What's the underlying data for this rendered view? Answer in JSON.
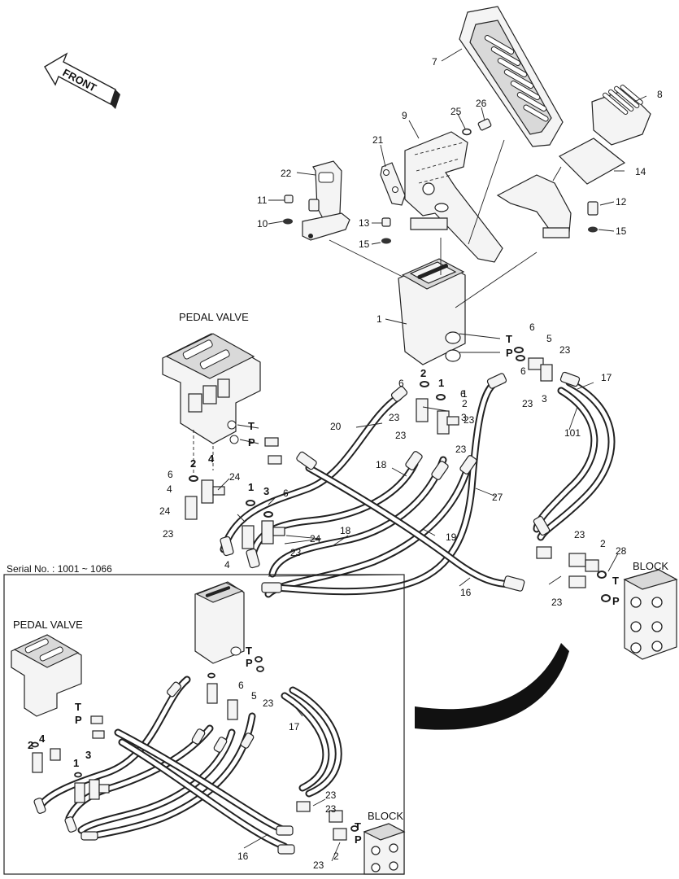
{
  "front_arrow": {
    "text": "FRONT"
  },
  "serial": {
    "text": "Serial No. : 1001 ~ 1066"
  },
  "main": {
    "pedal_valve_title": "PEDAL VALVE",
    "block_title": "BLOCK",
    "port_letters": [
      "T",
      "P",
      "T",
      "P",
      "T",
      "P"
    ],
    "port_numbers": [
      "2",
      "4",
      "1",
      "3",
      "2",
      "1"
    ],
    "callouts": [
      "7",
      "8",
      "9",
      "25",
      "26",
      "21",
      "22",
      "11",
      "10",
      "13",
      "15",
      "14",
      "12",
      "15",
      "1",
      "6",
      "5",
      "23",
      "6",
      "17",
      "23",
      "3",
      "2",
      "6",
      "1",
      "6",
      "23",
      "3",
      "20",
      "23",
      "23",
      "23",
      "101",
      "6",
      "4",
      "24",
      "24",
      "23",
      "18",
      "27",
      "6",
      "24",
      "19",
      "18",
      "23",
      "4",
      "16",
      "2",
      "28",
      "23",
      "23"
    ]
  },
  "inset": {
    "pedal_valve_title": "PEDAL VALVE",
    "block_title": "BLOCK",
    "port_letters": [
      "T",
      "P",
      "T",
      "P",
      "T",
      "P"
    ],
    "port_numbers": [
      "2",
      "4",
      "1",
      "3"
    ],
    "callouts": [
      "6",
      "5",
      "23",
      "17",
      "23",
      "23",
      "16",
      "23",
      "2"
    ]
  }
}
